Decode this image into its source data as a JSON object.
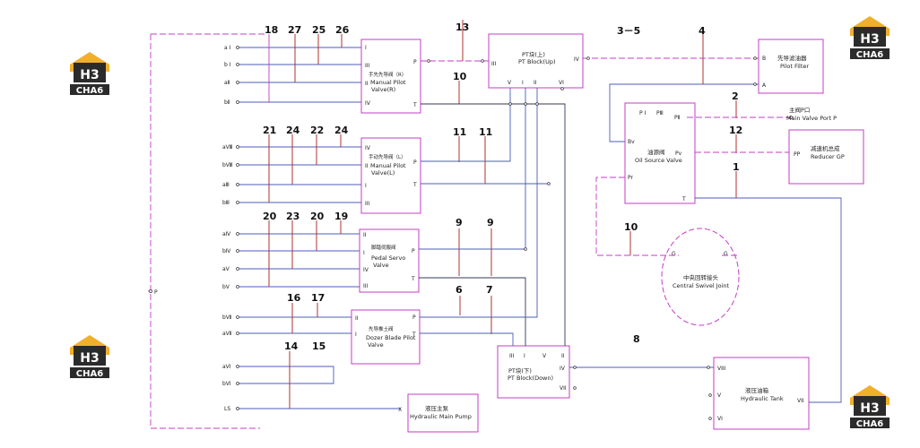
{
  "inputs": {
    "a1": "a Ⅰ",
    "b1": "b Ⅰ",
    "a2": "aⅡ",
    "b2": "bⅡ",
    "a8": "aⅧ",
    "b8": "bⅧ",
    "a3": "aⅢ",
    "b3": "bⅢ",
    "a4": "aⅣ",
    "b4": "bⅣ",
    "a5": "aⅤ",
    "b5": "bⅤ",
    "b7": "bⅦ",
    "a7": "aⅦ",
    "a6": "aⅥ",
    "b6": "bⅥ",
    "ls": "LS",
    "p": "P"
  },
  "numbers": {
    "n18": "18",
    "n27a": "27",
    "n25": "25",
    "n26": "26",
    "n13": "13",
    "n35": "3－5",
    "n4": "4",
    "n10a": "10",
    "n2": "2",
    "n21": "21",
    "n24a": "24",
    "n22": "22",
    "n24b": "24",
    "n11a": "11",
    "n11b": "11",
    "n12": "12",
    "n1": "1",
    "n20a": "20",
    "n23": "23",
    "n20b": "20",
    "n19": "19",
    "n9a": "9",
    "n9b": "9",
    "n10b": "10",
    "n6": "6",
    "n7": "7",
    "n16": "16",
    "n17": "17",
    "n8": "8",
    "n14": "14",
    "n15": "15"
  },
  "valves": {
    "manual_r": {
      "cn": "手先先导阀（R）",
      "en1": "Manual Pilot",
      "en2": "Valve(R)"
    },
    "manual_l": {
      "cn": "手动先导阀（L）",
      "en1": "Manual Pilot",
      "en2": "Valve(L)"
    },
    "pedal": {
      "cn": "脚踏伺服阀",
      "en1": "Pedal Servo",
      "en2": "Valve"
    },
    "dozer": {
      "cn": "先导推土阀",
      "en1": "Dozer Blade Pilot",
      "en2": "Valve"
    },
    "pt_up": {
      "cn": "PT块(上)",
      "en": "PT Block(Up)"
    },
    "pt_down": {
      "cn": "PT块(下)",
      "en": "PT Block(Down)"
    },
    "pilot_filter": {
      "cn": "先导滤油器",
      "en": "Pilot Filter"
    },
    "oil_source": {
      "cn": "油源阀",
      "en": "Oil Source Valve"
    },
    "reducer": {
      "cn": "减速机总成",
      "en": "Reducer GP"
    },
    "main_port": {
      "cn": "主阀P口",
      "en": "Main Valve Port P"
    },
    "swivel": {
      "cn": "中央回转接头",
      "en": "Central Swivel Joint"
    },
    "pump": {
      "cn": "液压主泵",
      "en": "Hydraulic Main Pump"
    },
    "tank": {
      "cn": "液压油箱",
      "en": "Hydraulic Tank"
    }
  },
  "ports": {
    "I": "I",
    "II": "II",
    "III": "III",
    "IV": "IV",
    "V": "V",
    "VI": "VI",
    "VII": "VII",
    "VIII": "VIII",
    "P": "P",
    "T": "T",
    "A": "A",
    "B": "B",
    "Bv": "Bv",
    "Pv": "Pv",
    "Pr": "Pr",
    "PI": "P Ⅰ",
    "PIII": "PⅢ",
    "PII": "PⅡ",
    "PP": "PP",
    "G": "G",
    "X": "X"
  },
  "logo": {
    "mark": "H3",
    "text": "CHA6"
  },
  "colors": {
    "box": "#c43cc4",
    "line": "#333a55",
    "blue": "#4c5cb8",
    "red": "#b23030",
    "logo_yellow": "#f0b02c"
  }
}
